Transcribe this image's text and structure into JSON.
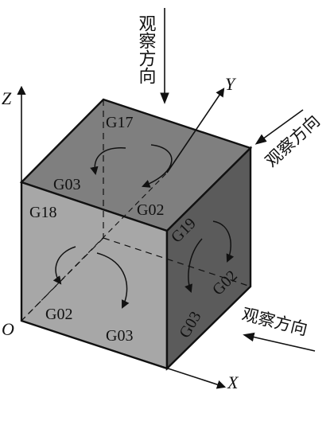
{
  "axes": {
    "x": "X",
    "y": "Y",
    "z": "Z",
    "origin": "O"
  },
  "view_direction": {
    "top": "观察方向",
    "right": "观察方向",
    "bottom_right": "观察方向"
  },
  "planes": {
    "top": {
      "name": "G17",
      "cw": "G02",
      "ccw": "G03"
    },
    "front": {
      "name": "G18",
      "cw": "G02",
      "ccw": "G03"
    },
    "side": {
      "name": "G19",
      "cw": "G02",
      "ccw": "G03"
    }
  },
  "colors": {
    "top_face": "#7f7f7f",
    "front_face": "#a7a7a7",
    "side_face": "#5b5b5b",
    "line": "#111111"
  }
}
